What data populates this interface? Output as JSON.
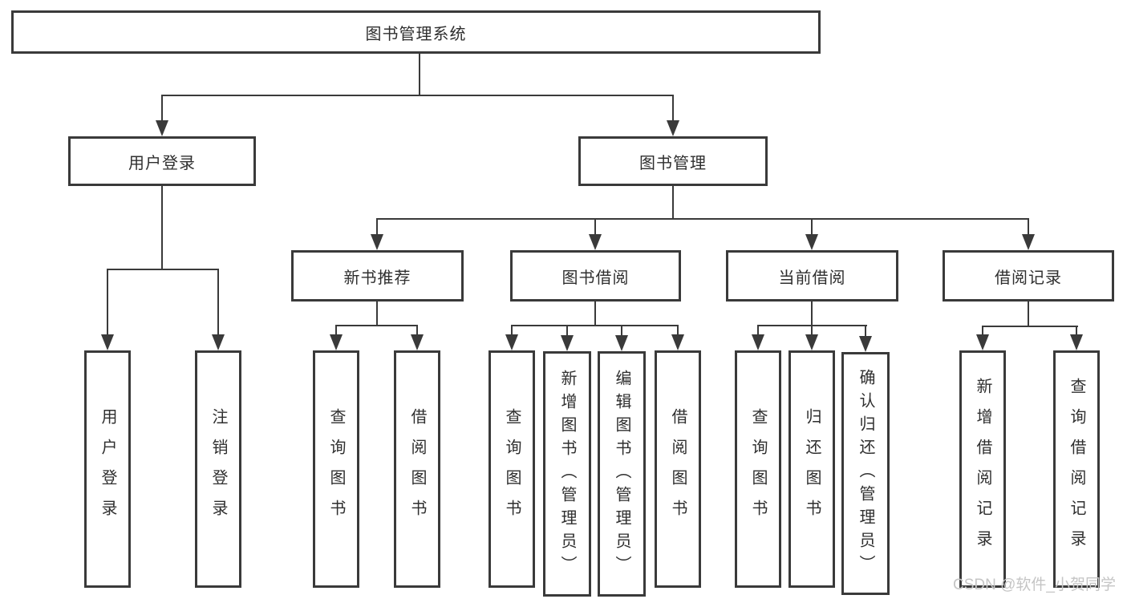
{
  "diagram": {
    "type": "org-tree",
    "orientation": "top-down",
    "tree": {
      "label": "图书管理系统",
      "children": [
        {
          "label": "用户登录",
          "children": [
            {
              "label": "用户登录"
            },
            {
              "label": "注销登录"
            }
          ]
        },
        {
          "label": "图书管理",
          "children": [
            {
              "label": "新书推荐",
              "children": [
                {
                  "label": "查询图书"
                },
                {
                  "label": "借阅图书"
                }
              ]
            },
            {
              "label": "图书借阅",
              "children": [
                {
                  "label": "查询图书"
                },
                {
                  "label": "新增图书（管理员）"
                },
                {
                  "label": "编辑图书（管理员）"
                },
                {
                  "label": "借阅图书"
                }
              ]
            },
            {
              "label": "当前借阅",
              "children": [
                {
                  "label": "查询图书"
                },
                {
                  "label": "归还图书"
                },
                {
                  "label": "确认归还（管理员）"
                }
              ]
            },
            {
              "label": "借阅记录",
              "children": [
                {
                  "label": "新增借阅记录"
                },
                {
                  "label": "查询借阅记录"
                }
              ]
            }
          ]
        }
      ]
    }
  },
  "watermark": {
    "text": "CSDN @软件_小贺同学"
  },
  "colors": {
    "line": "#3a3a3a",
    "text": "#2f2f2f",
    "watermark_text": "#c5c5c5",
    "background": "#ffffff"
  }
}
